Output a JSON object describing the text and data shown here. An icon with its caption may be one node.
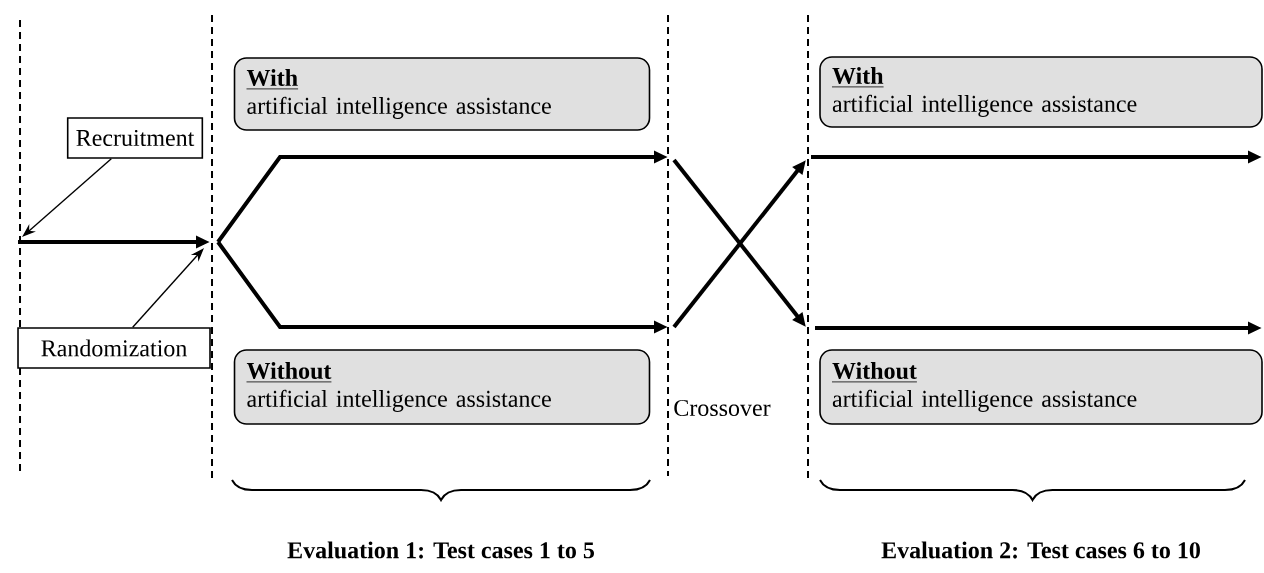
{
  "diagram": {
    "nodes": [
      {
        "text": [
          "Recruitment"
        ]
      },
      {
        "text": [
          "Randomization"
        ]
      },
      {
        "text": [
          "With",
          "artificial intelligence assistance"
        ]
      },
      {
        "text": [
          "Without",
          "artificial intelligence assistance"
        ]
      },
      {
        "text": [
          "With",
          "artificial intelligence assistance"
        ]
      },
      {
        "text": [
          "Without",
          "artificial intelligence assistance"
        ]
      }
    ],
    "edges": [
      {
        "from": 0,
        "to": null,
        "arrow": "to"
      },
      {
        "from": 1,
        "to": null,
        "arrow": "to"
      }
    ],
    "labels": [
      "Crossover",
      "Evaluation 1: Test cases 1 to 5",
      "Evaluation 2: Test cases 6 to 10"
    ]
  }
}
